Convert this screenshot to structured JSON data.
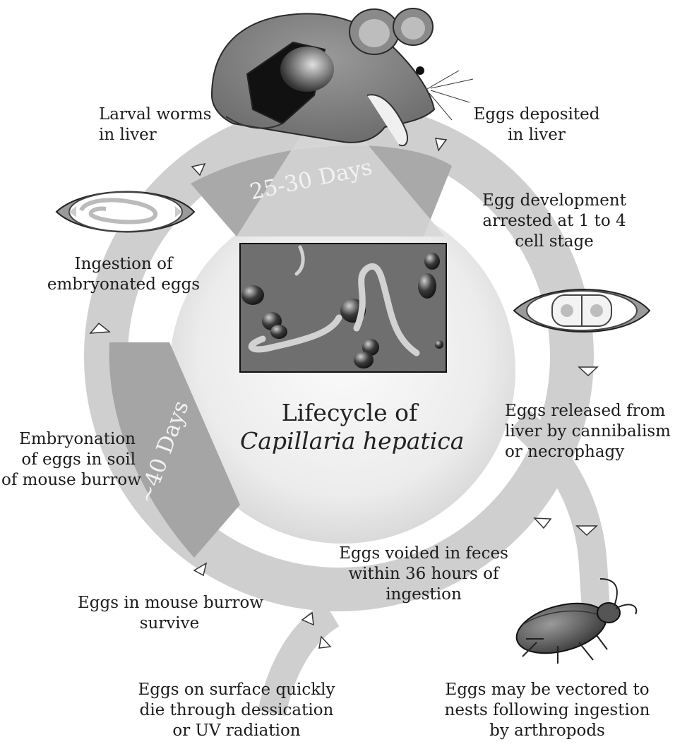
{
  "title": {
    "line1": "Lifecycle of",
    "line2": "Capillaria hepatica"
  },
  "durations": {
    "top": "25-30 Days",
    "left": "~40 Days"
  },
  "stages": {
    "larval_worms": [
      "Larval worms",
      "in liver"
    ],
    "eggs_deposited": [
      "Eggs deposited",
      "in liver"
    ],
    "egg_development": [
      "Egg development",
      "arrested at 1 to 4",
      "cell stage"
    ],
    "ingestion": [
      "Ingestion of",
      "embryonated eggs"
    ],
    "eggs_released": [
      "Eggs released from",
      "liver by cannibalism",
      "or necrophagy"
    ],
    "embryonation": [
      "Embryonation",
      "of eggs in soil",
      "of mouse burrow"
    ],
    "eggs_voided": [
      "Eggs voided in feces",
      "within 36 hours of",
      "ingestion"
    ],
    "burrow_survive": [
      "Eggs in mouse burrow",
      "survive"
    ],
    "surface_die": [
      "Eggs on surface quickly",
      "die through dessication",
      "or UV radiation"
    ],
    "vectored": [
      "Eggs may be vectored to",
      "nests following ingestion",
      "by arthropods"
    ]
  },
  "colors": {
    "ring": "#cfcfcf",
    "ring_dark": "#a9a9a9",
    "center_circle": "#ececec",
    "inset_bg": "#6f6f6f",
    "text": "#1c1c1c"
  }
}
